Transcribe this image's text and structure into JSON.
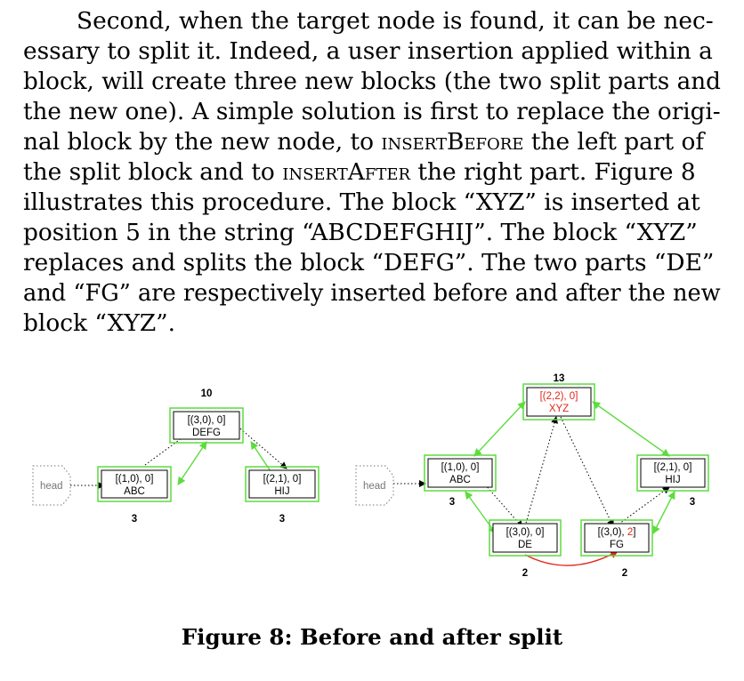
{
  "paragraph": {
    "lines": [
      "Second, when the target node is found, it can be nec-",
      "essary to split it. Indeed, a user insertion applied within a",
      "block, will create three new blocks (the two split parts and",
      "the new one). A simple solution is first to replace the origi-"
    ],
    "line5": {
      "a": "nal block by the new node, to ",
      "sc1": "insertBefore",
      "b": " the left part of"
    },
    "line6": {
      "a": "the split block and to ",
      "sc2": "insertAfter",
      "b": " the right part. Figure 8"
    },
    "lines_rest": [
      "illustrates this procedure. The block “XYZ” is inserted at",
      "position 5 in the string “ABCDEFGHIJ”. The block “XYZ”",
      "replaces and splits the block “DEFG”. The two parts “DE”",
      "and “FG” are respectively inserted before and after the new",
      "block “XYZ”."
    ]
  },
  "figure": {
    "colors": {
      "edge_green": "#5ddc3e",
      "highlight_red": "#e0271a",
      "head_gray": "#777777"
    },
    "before": {
      "head": "head",
      "nodes": {
        "defg": {
          "id": "[(3,0), 0]",
          "text": "DEFG",
          "weight": "10"
        },
        "abc": {
          "id": "[(1,0), 0]",
          "text": "ABC",
          "weight": "3"
        },
        "hij": {
          "id": "[(2,1), 0]",
          "text": "HIJ",
          "weight": "3"
        }
      }
    },
    "after": {
      "head": "head",
      "nodes": {
        "xyz": {
          "id": "[(2,2), 0]",
          "text": "XYZ",
          "weight": "13"
        },
        "abc": {
          "id": "[(1,0), 0]",
          "text": "ABC",
          "weight": "3"
        },
        "hij": {
          "id": "[(2,1), 0]",
          "text": "HIJ",
          "weight": "3"
        },
        "de": {
          "id": "[(3,0), 0]",
          "text": "DE",
          "weight": "2"
        },
        "fg": {
          "id_prefix": "[(3,0), ",
          "id_red": "2",
          "id_suffix": "]",
          "text": "FG",
          "weight": "2"
        }
      }
    },
    "caption": "Figure 8: Before and after split"
  }
}
